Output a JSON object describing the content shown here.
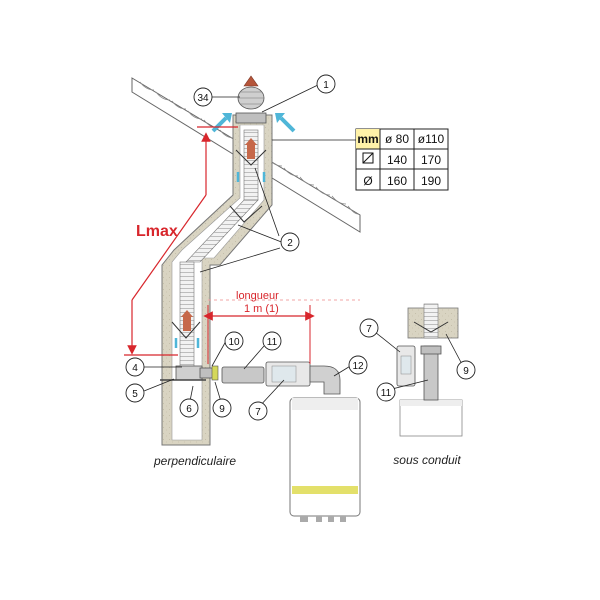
{
  "labels": {
    "lmax": "Lmax",
    "longueur": "longueur",
    "one_meter": "1 m (1)",
    "perpendiculaire": "perpendiculaire",
    "sous_conduit": "sous conduit"
  },
  "callouts": [
    "34",
    "1",
    "2",
    "4",
    "5",
    "6",
    "9",
    "10",
    "11",
    "7",
    "12",
    "7",
    "9",
    "11"
  ],
  "table": {
    "header": [
      "mm",
      "ø 80",
      "ø110"
    ],
    "rows": [
      {
        "symbol": "square-symbol",
        "values": [
          "140",
          "170"
        ]
      },
      {
        "symbol": "diameter-symbol",
        "glyph": "Ø",
        "values": [
          "160",
          "190"
        ]
      }
    ]
  },
  "colors": {
    "red": "#d8262c",
    "cyan": "#4fb6d8",
    "concrete": "#d9d4c2",
    "table_header": "#fff2a8",
    "boiler_accent": "#e3e06a"
  }
}
